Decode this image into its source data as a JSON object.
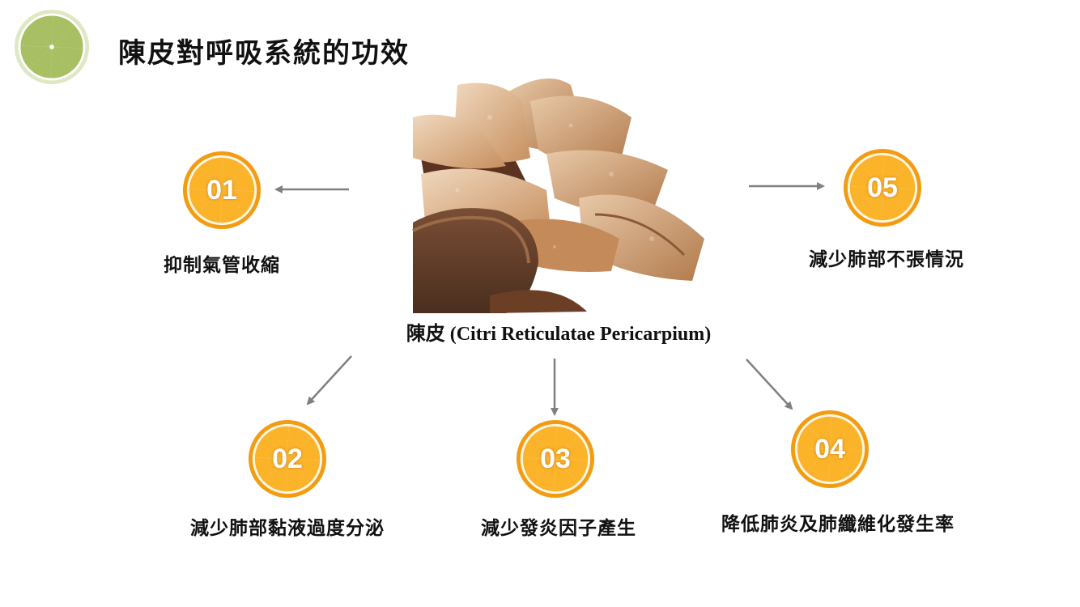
{
  "header": {
    "title": "陳皮對呼吸系統的功效",
    "logo_icon": "lime-slice-icon"
  },
  "center": {
    "label": "陳皮 (Citri Reticulatae Pericarpium)",
    "image_icon": "dried-tangerine-peel-photo"
  },
  "nodes": [
    {
      "number": "01",
      "label": "抑制氣管收縮"
    },
    {
      "number": "02",
      "label": "減少肺部黏液過度分泌"
    },
    {
      "number": "03",
      "label": "減少發炎因子產生"
    },
    {
      "number": "04",
      "label": "降低肺炎及肺纖維化發生率"
    },
    {
      "number": "05",
      "label": "減少肺部不張情況"
    }
  ],
  "colors": {
    "orange_rind": "#f39c12",
    "orange_flesh": "#fbb32a",
    "lime_rind": "#cfd9a8",
    "lime_flesh": "#a8bf63",
    "arrow": "#808080"
  }
}
